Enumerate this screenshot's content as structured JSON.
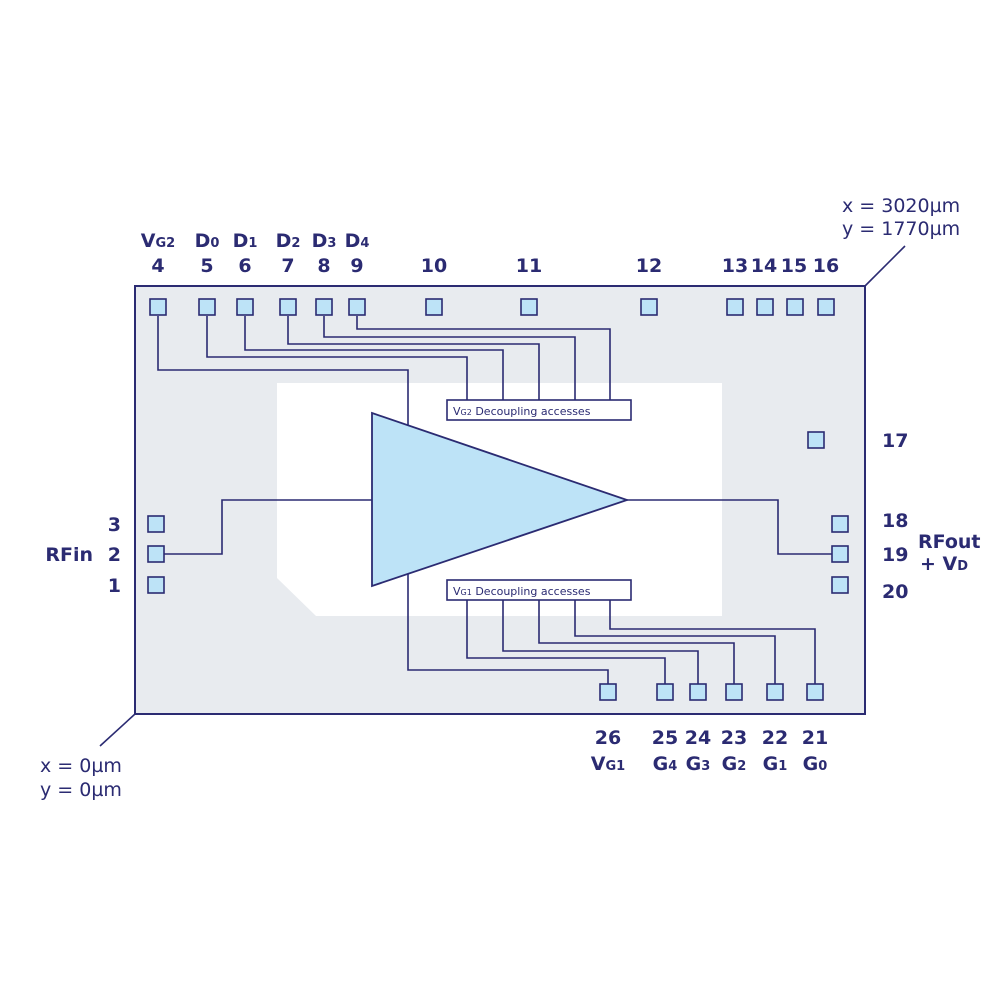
{
  "colors": {
    "stroke": "#2b2b72",
    "chip": "#e8ebef",
    "pad": "#bde3f7",
    "amplifier": "#bde3f7"
  },
  "coords": {
    "top_right": {
      "x": "x = 3020µm",
      "y": "y = 1770µm"
    },
    "bottom_left": {
      "x": "x = 0µm",
      "y": "y = 0µm"
    }
  },
  "top_pads": [
    {
      "num": "4",
      "main": "V",
      "sub": "G2"
    },
    {
      "num": "5",
      "main": "D",
      "sub": "0"
    },
    {
      "num": "6",
      "main": "D",
      "sub": "1"
    },
    {
      "num": "7",
      "main": "D",
      "sub": "2"
    },
    {
      "num": "8",
      "main": "D",
      "sub": "3"
    },
    {
      "num": "9",
      "main": "D",
      "sub": "4"
    },
    {
      "num": "10"
    },
    {
      "num": "11"
    },
    {
      "num": "12"
    },
    {
      "num": "13"
    },
    {
      "num": "14"
    },
    {
      "num": "15"
    },
    {
      "num": "16"
    }
  ],
  "left_pads": [
    {
      "num": "3"
    },
    {
      "num": "2",
      "label": "RFin"
    },
    {
      "num": "1"
    }
  ],
  "right_pads": [
    {
      "num": "17"
    },
    {
      "num": "18"
    },
    {
      "num": "19",
      "label": "RFout",
      "label2_main": "+ V",
      "label2_sub": "D"
    },
    {
      "num": "20"
    }
  ],
  "bottom_pads": [
    {
      "num": "26",
      "main": "V",
      "sub": "G1"
    },
    {
      "num": "25",
      "main": "G",
      "sub": "4"
    },
    {
      "num": "24",
      "main": "G",
      "sub": "3"
    },
    {
      "num": "23",
      "main": "G",
      "sub": "2"
    },
    {
      "num": "22",
      "main": "G",
      "sub": "1"
    },
    {
      "num": "21",
      "main": "G",
      "sub": "0"
    }
  ],
  "boxes": {
    "vg2": {
      "main": "V",
      "sub": "G2",
      "text": " Decoupling accesses"
    },
    "vg1": {
      "main": "V",
      "sub": "G1",
      "text": " Decoupling accesses"
    }
  }
}
